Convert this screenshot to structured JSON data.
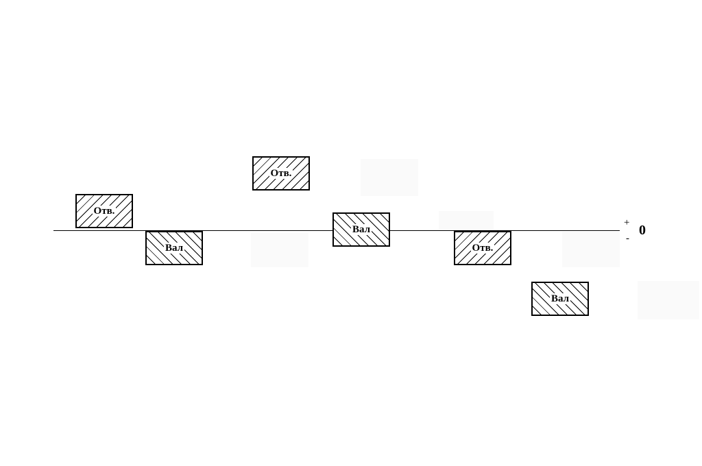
{
  "diagram": {
    "zero_line": {
      "plus_sign": "+",
      "minus_sign": "-",
      "zero_label": "0"
    },
    "fields": [
      {
        "label": "Отв.",
        "kind": "hole"
      },
      {
        "label": "Вал",
        "kind": "shaft"
      },
      {
        "label": "Отв.",
        "kind": "hole"
      },
      {
        "label": "Вал",
        "kind": "shaft"
      },
      {
        "label": "Отв.",
        "kind": "hole"
      },
      {
        "label": "Вал",
        "kind": "shaft"
      }
    ]
  }
}
